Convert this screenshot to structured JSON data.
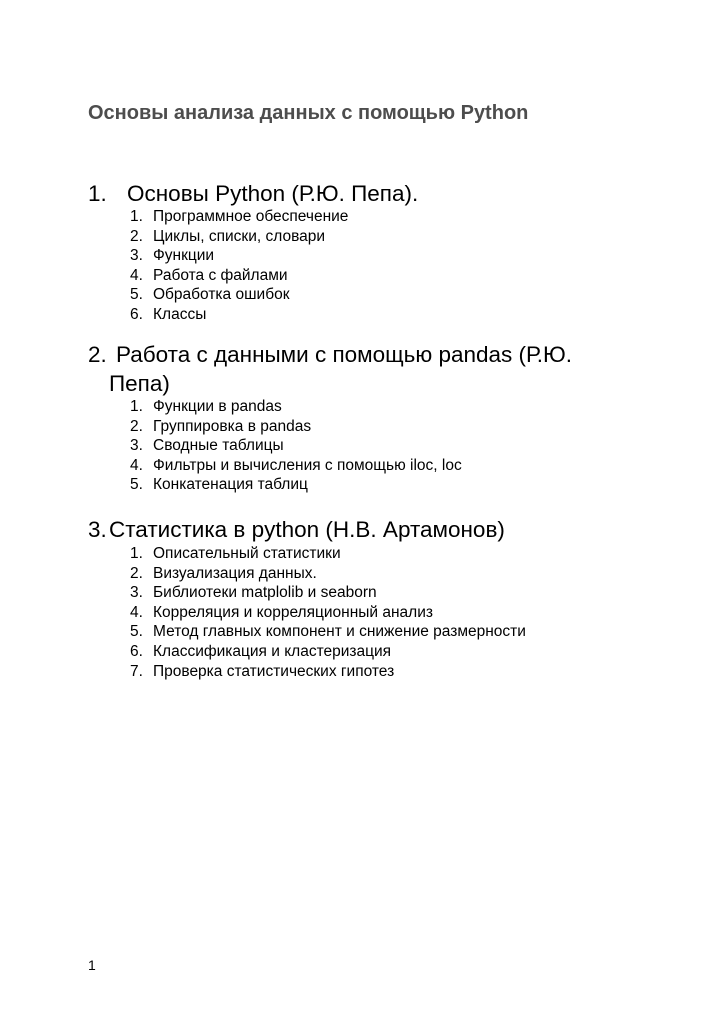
{
  "title": "Основы анализа данных с помощью Python",
  "sections": [
    {
      "number": "1.",
      "heading": "Основы Python (Р.Ю. Пепа).",
      "items": [
        {
          "n": "1.",
          "text": "Программное обеспечение"
        },
        {
          "n": "2.",
          "text": "Циклы, списки, словари"
        },
        {
          "n": "3.",
          "text": "Функции"
        },
        {
          "n": "4.",
          "text": "Работа с файлами"
        },
        {
          "n": "5.",
          "text": "Обработка ошибок"
        },
        {
          "n": "6.",
          "text": "Классы"
        }
      ]
    },
    {
      "number": "2.",
      "heading_line1": "Работа с данными  с помощью pandas (Р.Ю.",
      "heading_line2": "Пепа)",
      "items": [
        {
          "n": "1.",
          "text": "Функции в pandas"
        },
        {
          "n": "2.",
          "text": "Группировка в pandas"
        },
        {
          "n": "3.",
          "text": "Сводные таблицы"
        },
        {
          "n": "4.",
          "text": "Фильтры и вычисления с помощью iloc, loc"
        },
        {
          "n": "5.",
          "text": "Конкатенация таблиц"
        }
      ]
    },
    {
      "number": "3.",
      "heading": "Статистика в python (Н.В. Артамонов)",
      "items": [
        {
          "n": "1.",
          "text": "Описательный статистики"
        },
        {
          "n": "2.",
          "text": "Визуализация данных."
        },
        {
          "n": "3.",
          "text": "Библиотеки matplolib и seaborn"
        },
        {
          "n": "4.",
          "text": "Корреляция и корреляционный анализ"
        },
        {
          "n": "5.",
          "text": "Метод главных компонент и снижение размерности"
        },
        {
          "n": "6.",
          "text": "Классификация и кластеризация"
        },
        {
          "n": "7.",
          "text": "Проверка статистических гипотез"
        }
      ]
    }
  ],
  "page_number": "1"
}
